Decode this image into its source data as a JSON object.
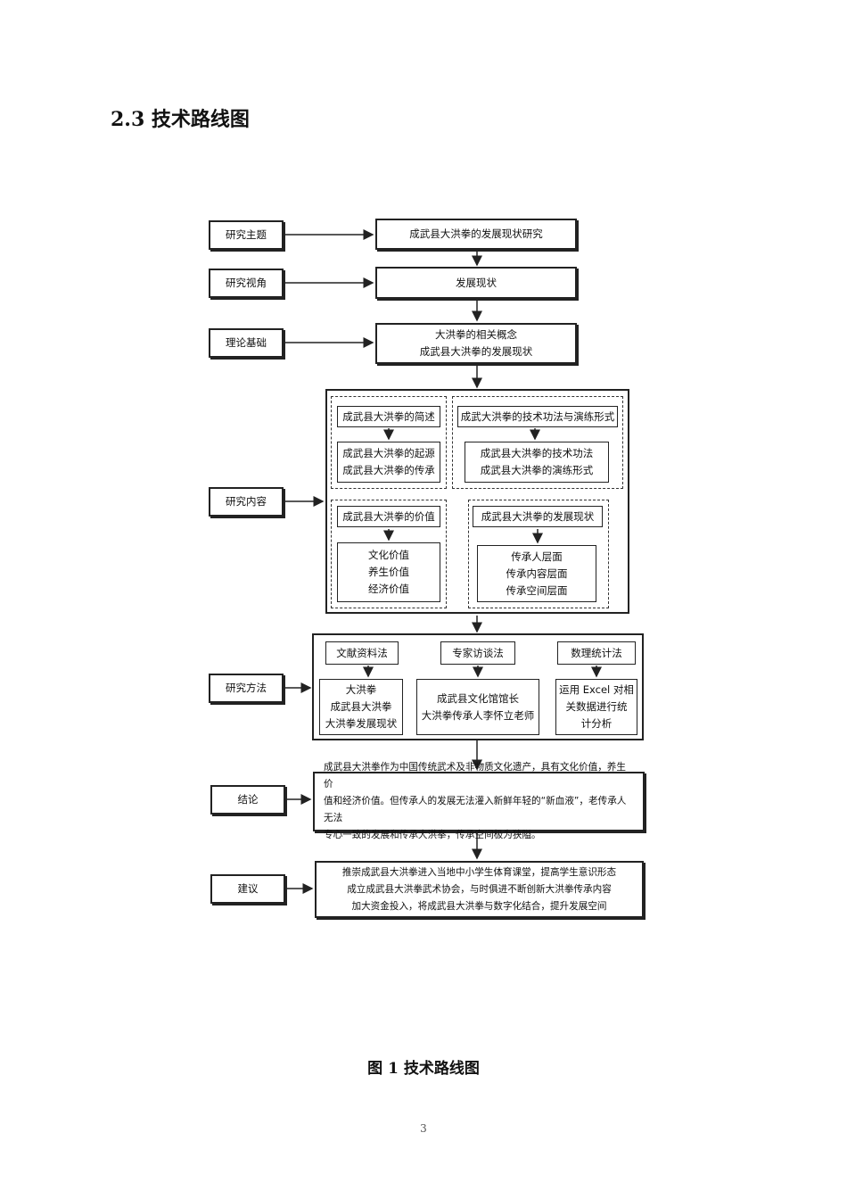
{
  "section_heading": "2.3 技术路线图",
  "labels": {
    "topic": "研究主题",
    "perspective": "研究视角",
    "theory": "理论基础",
    "content": "研究内容",
    "method": "研究方法",
    "conclusion": "结论",
    "suggestion": "建议"
  },
  "topic_box": "成武县大洪拳的发展现状研究",
  "perspective_box": "发展现状",
  "theory_box": [
    "大洪拳的相关概念",
    "成武县大洪拳的发展现状"
  ],
  "content": {
    "group1": {
      "title": "成武县大洪拳的简述",
      "items": [
        "成武县大洪拳的起源",
        "成武县大洪拳的传承"
      ]
    },
    "group2": {
      "title": "成武大洪拳的技术功法与演练形式",
      "items": [
        "成武县大洪拳的技术功法",
        "成武县大洪拳的演练形式"
      ]
    },
    "group3": {
      "title": "成武县大洪拳的价值",
      "items": [
        "文化价值",
        "养生价值",
        "经济价值"
      ]
    },
    "group4": {
      "title": "成武县大洪拳的发展现状",
      "items": [
        "传承人层面",
        "传承内容层面",
        "传承空间层面"
      ]
    }
  },
  "methods": {
    "m1": {
      "title": "文献资料法",
      "items": [
        "大洪拳",
        "成武县大洪拳",
        "大洪拳发展现状"
      ]
    },
    "m2": {
      "title": "专家访谈法",
      "items": [
        "成武县文化馆馆长",
        "大洪拳传承人李怀立老师"
      ]
    },
    "m3": {
      "title": "数理统计法",
      "items": [
        "运用 Excel 对相",
        "关数据进行统",
        "计分析"
      ]
    }
  },
  "conclusion_lines": [
    "成武县大洪拳作为中国传统武术及非物质文化遗产，具有文化价值，养生价",
    "值和经济价值。但传承人的发展无法灌入新鲜年轻的“新血液”，老传承人无法",
    "专心一致的发展和传承大洪拳，传承空间极为狭隘。"
  ],
  "suggestion_lines": [
    "推崇成武县大洪拳进入当地中小学生体育课堂，提高学生意识形态",
    "成立成武县大洪拳武术协会，与时俱进不断创新大洪拳传承内容",
    "加大资金投入，将成武县大洪拳与数字化结合，提升发展空间"
  ],
  "figure_caption": "图 1 技术路线图",
  "page_number": "3"
}
